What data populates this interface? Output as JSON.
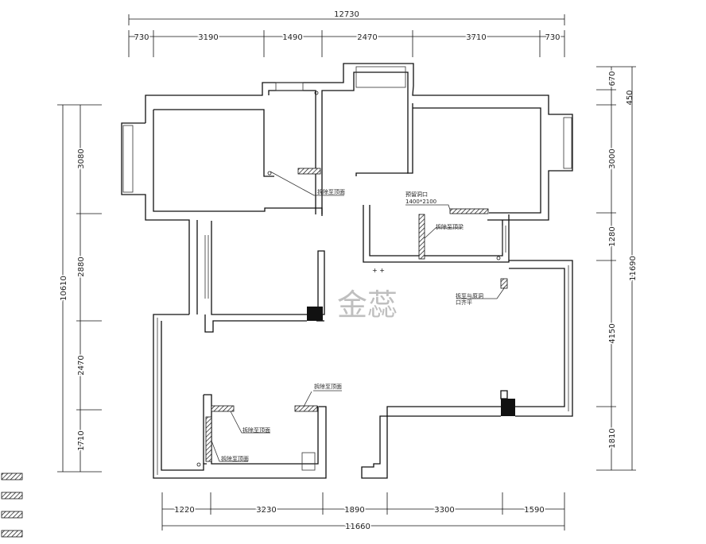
{
  "dimensions": {
    "top_total": "12730",
    "top": [
      "730",
      "3190",
      "1490",
      "2470",
      "3710",
      "730"
    ],
    "bottom_total": "11660",
    "bottom": [
      "1220",
      "3230",
      "1890",
      "3300",
      "1590"
    ],
    "left_total": "10610",
    "left": [
      "3080",
      "2880",
      "2470",
      "1710"
    ],
    "right_total": "11690",
    "right": [
      "670",
      "450",
      "3000",
      "1280",
      "4150",
      "1810"
    ]
  },
  "annotations": {
    "demolish_top": "拆除至顶面",
    "opening_label": "预留洞口",
    "opening_size": "1400*2100",
    "demolish_beam": "拆除至顶梁",
    "flush_line1": "拆至与原洞",
    "flush_line2": "口齐平",
    "demolish_a": "拆除至顶面",
    "demolish_b": "拆除至顶面",
    "demolish_c": "拆除至顶面"
  },
  "watermark": "金蕊",
  "colors": {
    "line": "#111111",
    "background": "#ffffff",
    "watermark": "#b5b5b5"
  }
}
